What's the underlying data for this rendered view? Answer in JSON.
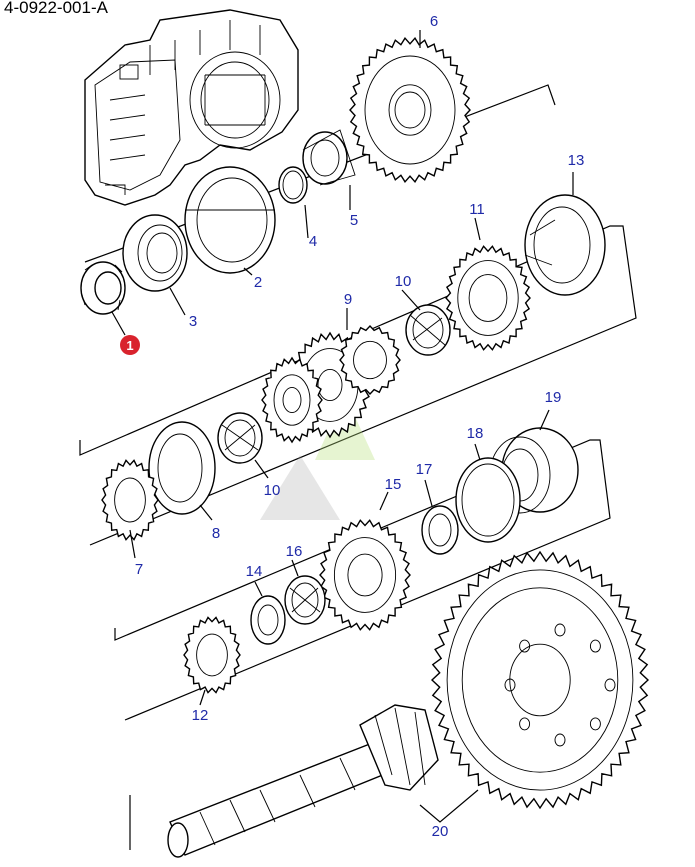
{
  "drawing_id": "4-0922-001-A",
  "callouts": {
    "c1": "1",
    "c2": "2",
    "c3": "3",
    "c4": "4",
    "c5": "5",
    "c6": "6",
    "c7": "7",
    "c8": "8",
    "c9": "9",
    "c10a": "10",
    "c10b": "10",
    "c11": "11",
    "c12": "12",
    "c13": "13",
    "c14": "14",
    "c15": "15",
    "c16": "16",
    "c17": "17",
    "c18": "18",
    "c19": "19",
    "c20": "20"
  },
  "colors": {
    "callout": "#1f2aa8",
    "highlight_badge": "#d9232d",
    "line": "#000000"
  }
}
